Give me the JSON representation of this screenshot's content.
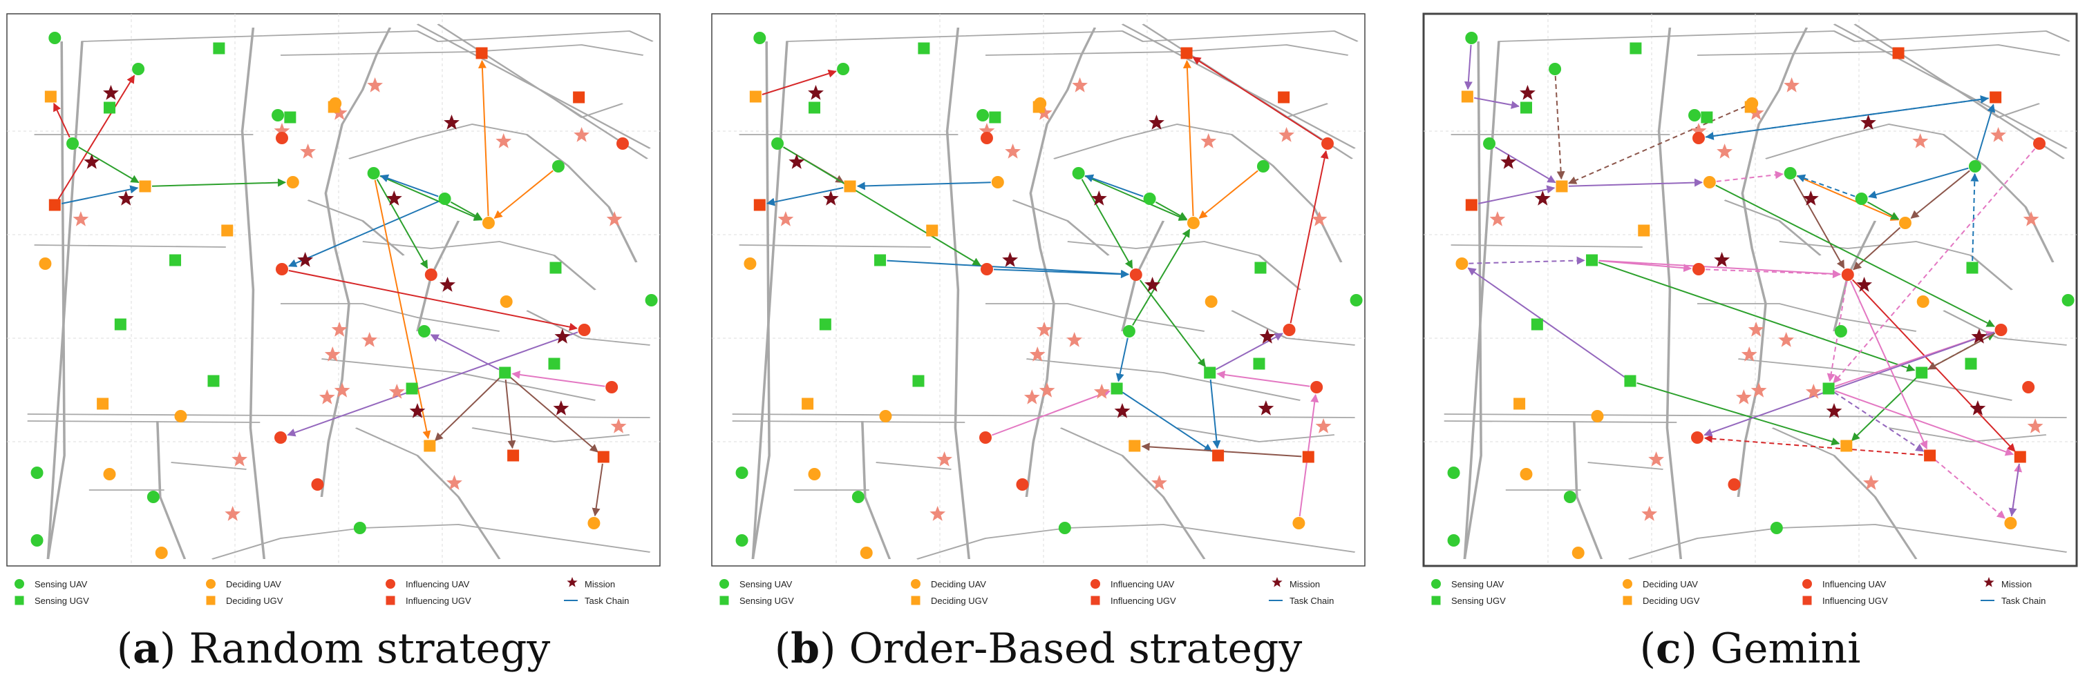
{
  "legend": {
    "sensing_uav": "Sensing UAV",
    "sensing_ugv": "Sensing UGV",
    "deciding_uav": "Deciding UAV",
    "deciding_ugv": "Deciding UGV",
    "influencing_uav": "Influencing UAV",
    "influencing_ugv": "Influencing UGV",
    "mission": "Mission",
    "task_chain": "Task Chain"
  },
  "colors": {
    "sensing": "#33cc33",
    "deciding": "#ffa31a",
    "influencing_uav": "#ee4422",
    "influencing_ugv": "#ee4411",
    "mission": "#7a0d1a",
    "mission_light": "#ef8a7a",
    "road": "#a8a8a8",
    "grid": "#dddddd",
    "frame": "#444444"
  },
  "panels": [
    {
      "letter": "a",
      "title": "Random strategy"
    },
    {
      "letter": "b",
      "title": "Order-Based strategy"
    },
    {
      "letter": "c",
      "title": "Gemini"
    }
  ],
  "chains": [
    [
      {
        "from": "uavS3",
        "to": "ugvD1",
        "color": "#d62728"
      },
      {
        "from": "ugvI1",
        "to": "uavS2",
        "color": "#d62728"
      },
      {
        "from": "uavS3",
        "to": "ugvD2",
        "color": "#2ca02c"
      },
      {
        "from": "ugvD2",
        "to": "uavD1",
        "color": "#2ca02c"
      },
      {
        "from": "uavS4",
        "to": "uavD2",
        "color": "#2ca02c"
      },
      {
        "from": "uavS5",
        "to": "uavD2",
        "color": "#2ca02c"
      },
      {
        "from": "uavS5",
        "to": "uavS4",
        "color": "#1f77b4"
      },
      {
        "from": "uavS5",
        "to": "uavI1",
        "color": "#1f77b4"
      },
      {
        "from": "uavS4",
        "to": "uavI2",
        "color": "#2ca02c"
      },
      {
        "from": "uavS6",
        "to": "uavD2",
        "color": "#ff7f0e"
      },
      {
        "from": "uavD2",
        "to": "ugvI2",
        "color": "#ff7f0e"
      },
      {
        "from": "uavS4",
        "to": "ugvD3",
        "color": "#ff7f0e"
      },
      {
        "from": "ugvS2",
        "to": "uavS7",
        "color": "#9467bd"
      },
      {
        "from": "ugvS2",
        "to": "ugvD3",
        "color": "#8c564b"
      },
      {
        "from": "ugvS2",
        "to": "ugvI3",
        "color": "#8c564b"
      },
      {
        "from": "ugvS2",
        "to": "ugvI4",
        "color": "#8c564b"
      },
      {
        "from": "ugvI4",
        "to": "uavD4",
        "color": "#8c564b"
      },
      {
        "from": "uavI5",
        "to": "ugvS2",
        "color": "#e377c2"
      },
      {
        "from": "uavI3",
        "to": "uavI4",
        "color": "#9467bd"
      },
      {
        "from": "uavI1",
        "to": "uavI3",
        "color": "#d62728"
      },
      {
        "from": "ugvI1",
        "to": "ugvD2",
        "color": "#1f77b4"
      }
    ],
    [
      {
        "from": "ugvD1",
        "to": "uavS2",
        "color": "#d62728"
      },
      {
        "from": "ugvD2",
        "to": "ugvI1",
        "color": "#1f77b4"
      },
      {
        "from": "uavS3",
        "to": "ugvD2",
        "color": "#8c564b"
      },
      {
        "from": "uavD1",
        "to": "ugvD2",
        "color": "#1f77b4"
      },
      {
        "from": "uavS4",
        "to": "uavD2",
        "color": "#2ca02c"
      },
      {
        "from": "uavS5",
        "to": "uavD2",
        "color": "#2ca02c"
      },
      {
        "from": "uavS5",
        "to": "uavS4",
        "color": "#1f77b4"
      },
      {
        "from": "ugvS1",
        "to": "uavI2",
        "color": "#1f77b4"
      },
      {
        "from": "uavI1",
        "to": "uavI2",
        "color": "#1f77b4"
      },
      {
        "from": "uavS4",
        "to": "uavI2",
        "color": "#2ca02c"
      },
      {
        "from": "uavS6",
        "to": "uavD2",
        "color": "#ff7f0e"
      },
      {
        "from": "uavD2",
        "to": "ugvI2",
        "color": "#ff7f0e"
      },
      {
        "from": "uavI2",
        "to": "ugvS2",
        "color": "#2ca02c"
      },
      {
        "from": "uavS7",
        "to": "uavD2",
        "color": "#2ca02c"
      },
      {
        "from": "uavS7",
        "to": "ugvS3",
        "color": "#1f77b4"
      },
      {
        "from": "ugvS3",
        "to": "ugvI3",
        "color": "#1f77b4"
      },
      {
        "from": "ugvS2",
        "to": "ugvI3",
        "color": "#1f77b4"
      },
      {
        "from": "ugvS2",
        "to": "uavI3",
        "color": "#9467bd"
      },
      {
        "from": "uavI4",
        "to": "ugvS3",
        "color": "#e377c2"
      },
      {
        "from": "ugvI4",
        "to": "ugvD3",
        "color": "#8c564b"
      },
      {
        "from": "uavD4",
        "to": "uavI5",
        "color": "#e377c2"
      },
      {
        "from": "uavI5",
        "to": "ugvS2",
        "color": "#e377c2"
      },
      {
        "from": "uavS3",
        "to": "uavI1",
        "color": "#2ca02c"
      },
      {
        "from": "uavI6",
        "to": "ugvI2",
        "color": "#d62728"
      },
      {
        "from": "uavI3",
        "to": "uavI6",
        "color": "#d62728"
      }
    ],
    [
      {
        "from": "uavS1",
        "to": "ugvD1",
        "color": "#9467bd"
      },
      {
        "from": "uavS2",
        "to": "ugvD2",
        "color": "#8c564b"
      },
      {
        "from": "ugvD1",
        "to": "ugvS4",
        "color": "#9467bd"
      },
      {
        "from": "ugvI1",
        "to": "ugvD2",
        "color": "#9467bd"
      },
      {
        "from": "uavD3",
        "to": "ugvD2",
        "color": "#8c564b"
      },
      {
        "from": "uavS3",
        "to": "ugvD2",
        "color": "#9467bd"
      },
      {
        "from": "ugvD2",
        "to": "uavD1",
        "color": "#9467bd"
      },
      {
        "from": "uavD1",
        "to": "uavS4",
        "color": "#e377c2"
      },
      {
        "from": "uavS4",
        "to": "uavD2",
        "color": "#ff7f0e"
      },
      {
        "from": "uavS5",
        "to": "uavD2",
        "color": "#2ca02c"
      },
      {
        "from": "uavS5",
        "to": "uavS4",
        "color": "#1f77b4"
      },
      {
        "from": "uavS6",
        "to": "uavD2",
        "color": "#8c564b"
      },
      {
        "from": "uavS6",
        "to": "uavS5",
        "color": "#1f77b4"
      },
      {
        "from": "ugvS6",
        "to": "uavS6",
        "color": "#1f77b4"
      },
      {
        "from": "uavS6",
        "to": "ugvI5",
        "color": "#1f77b4"
      },
      {
        "from": "ugvI5",
        "to": "uavI7",
        "color": "#1f77b4"
      },
      {
        "from": "uavI7",
        "to": "ugvI5",
        "color": "#1f77b4"
      },
      {
        "from": "uavD2",
        "to": "uavI2",
        "color": "#8c564b"
      },
      {
        "from": "uavS4",
        "to": "uavI2",
        "color": "#8c564b"
      },
      {
        "from": "uavI1",
        "to": "uavI2",
        "color": "#e377c2"
      },
      {
        "from": "ugvS1",
        "to": "uavI1",
        "color": "#e377c2"
      },
      {
        "from": "ugvS1",
        "to": "uavI2",
        "color": "#e377c2"
      },
      {
        "from": "uavD5",
        "to": "ugvS1",
        "color": "#9467bd"
      },
      {
        "from": "ugvS1",
        "to": "ugvS2",
        "color": "#2ca02c"
      },
      {
        "from": "ugvS2",
        "to": "ugvD3",
        "color": "#2ca02c"
      },
      {
        "from": "ugvS2",
        "to": "uavI3",
        "color": "#2ca02c"
      },
      {
        "from": "ugvS5",
        "to": "uavD5",
        "color": "#9467bd"
      },
      {
        "from": "ugvS5",
        "to": "ugvD3",
        "color": "#2ca02c"
      },
      {
        "from": "uavI2",
        "to": "ugvS3",
        "color": "#e377c2"
      },
      {
        "from": "uavI2",
        "to": "ugvI3",
        "color": "#e377c2"
      },
      {
        "from": "uavI2",
        "to": "ugvI4",
        "color": "#d62728"
      },
      {
        "from": "ugvS3",
        "to": "ugvI3",
        "color": "#9467bd"
      },
      {
        "from": "ugvS3",
        "to": "ugvI4",
        "color": "#e377c2"
      },
      {
        "from": "ugvS3",
        "to": "uavI3",
        "color": "#e377c2"
      },
      {
        "from": "ugvI3",
        "to": "uavD4",
        "color": "#e377c2"
      },
      {
        "from": "uavD4",
        "to": "ugvI4",
        "color": "#e377c2"
      },
      {
        "from": "ugvI4",
        "to": "uavD4",
        "color": "#9467bd"
      },
      {
        "from": "ugvI3",
        "to": "uavI4",
        "color": "#d62728"
      },
      {
        "from": "uavI3",
        "to": "ugvS2",
        "color": "#8c564b"
      },
      {
        "from": "uavI3",
        "to": "uavI4",
        "color": "#9467bd"
      },
      {
        "from": "uavI6",
        "to": "ugvS3",
        "color": "#e377c2"
      },
      {
        "from": "uavD1",
        "to": "uavI3",
        "color": "#2ca02c"
      }
    ]
  ]
}
